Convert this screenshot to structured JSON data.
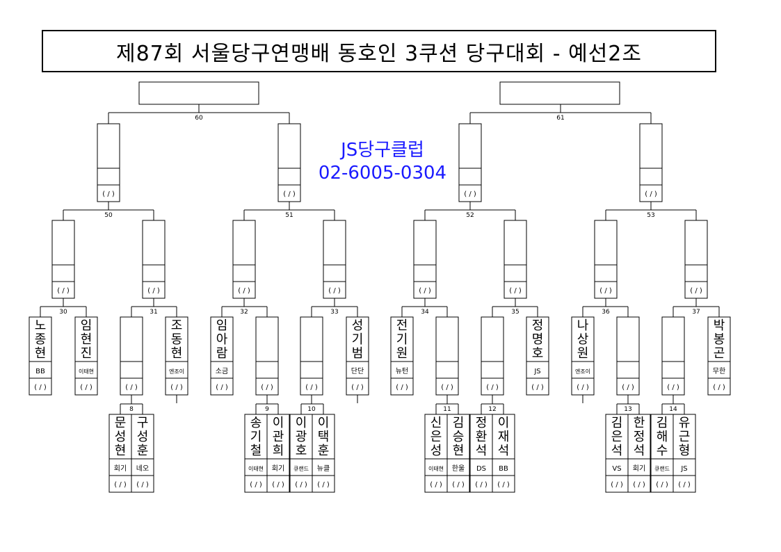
{
  "title": "제87회 서울당구연맹배 동호인 3쿠션 당구대회 - 예선2조",
  "club": {
    "name": "JS당구클럽",
    "phone": "02-6005-0304"
  },
  "score_placeholder": "( / )",
  "matches": {
    "final_left": "60",
    "final_right": "61",
    "semi": [
      "50",
      "51",
      "52",
      "53"
    ],
    "r16": [
      "30",
      "31",
      "32",
      "33",
      "34",
      "35",
      "36",
      "37"
    ],
    "prelim": [
      "8",
      "9",
      "10",
      "11",
      "12",
      "13",
      "14"
    ]
  },
  "players": [
    {
      "name": "노종현",
      "club": "BB"
    },
    {
      "name": "임현진",
      "club": "이태현"
    },
    {
      "name": "조동현",
      "club": "엔조이"
    },
    {
      "name": "임아람",
      "club": "소금"
    },
    {
      "name": "성기범",
      "club": "단단"
    },
    {
      "name": "전기원",
      "club": "뉴턴"
    },
    {
      "name": "정명호",
      "club": "JS"
    },
    {
      "name": "나상원",
      "club": "엔조이"
    },
    {
      "name": "박봉곤",
      "club": "무한"
    },
    {
      "name": "문성현",
      "club": "회기"
    },
    {
      "name": "구성훈",
      "club": "네오"
    },
    {
      "name": "송기철",
      "club": "이태현"
    },
    {
      "name": "이관희",
      "club": "회기"
    },
    {
      "name": "이광호",
      "club": "큐랜드"
    },
    {
      "name": "이택훈",
      "club": "뉴클"
    },
    {
      "name": "신은성",
      "club": "이태현"
    },
    {
      "name": "김승현",
      "club": "한울"
    },
    {
      "name": "정환석",
      "club": "DS"
    },
    {
      "name": "이재석",
      "club": "BB"
    },
    {
      "name": "김은석",
      "club": "VS"
    },
    {
      "name": "한정석",
      "club": "회기"
    },
    {
      "name": "김해수",
      "club": "큐랜드"
    },
    {
      "name": "유근형",
      "club": "JS"
    }
  ]
}
